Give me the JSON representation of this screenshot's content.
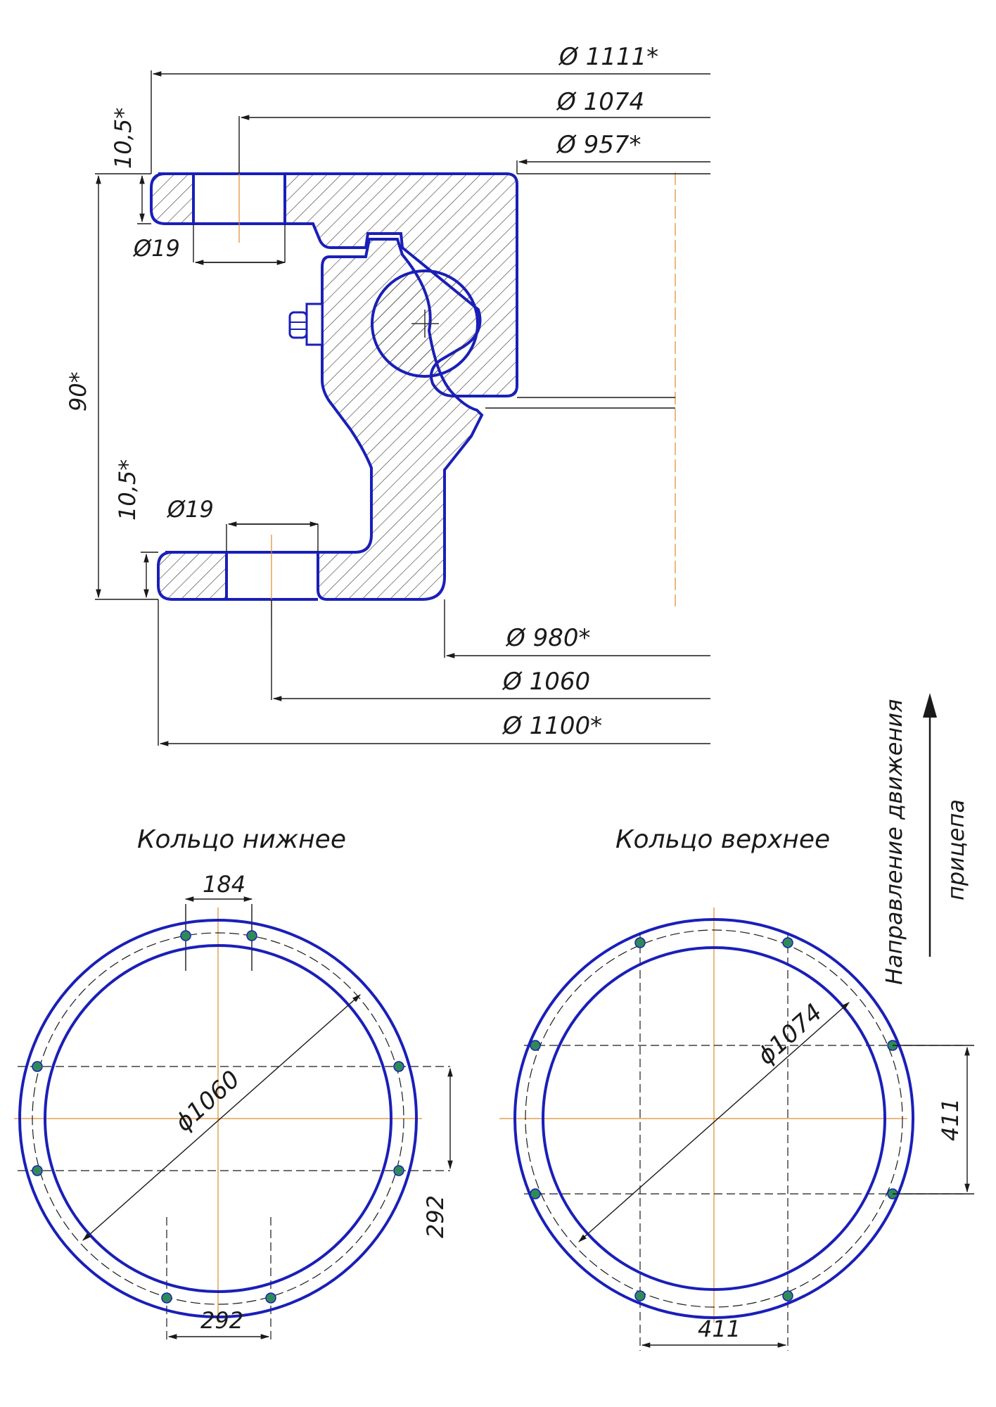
{
  "section_view": {
    "dims": {
      "d1111": "Ø 1111*",
      "d1074": "Ø 1074",
      "d957": "Ø 957*",
      "d980": "Ø  980*",
      "d1060": "Ø  1060",
      "d1100": "Ø  1100*",
      "h_top": "10,5*",
      "h_bottom": "10,5*",
      "h_total": "90*",
      "hole_top": "Ø19",
      "hole_bottom": "Ø19"
    }
  },
  "lower_ring": {
    "title": "Кольцо нижнее",
    "diameter": "ϕ1060",
    "dim_top": "184",
    "dim_right": "292",
    "dim_bottom": "292"
  },
  "upper_ring": {
    "title": "Кольцо верхнее",
    "diameter": "ϕ1074",
    "dim_right": "411",
    "dim_bottom": "411"
  },
  "direction": {
    "line1": "Направление движения",
    "line2": "прицепа"
  },
  "colors": {
    "outline": "#1a1fb8",
    "axis": "#e08a2a",
    "bolt": "#2e8b57",
    "dimension": "#1a1a1a"
  }
}
